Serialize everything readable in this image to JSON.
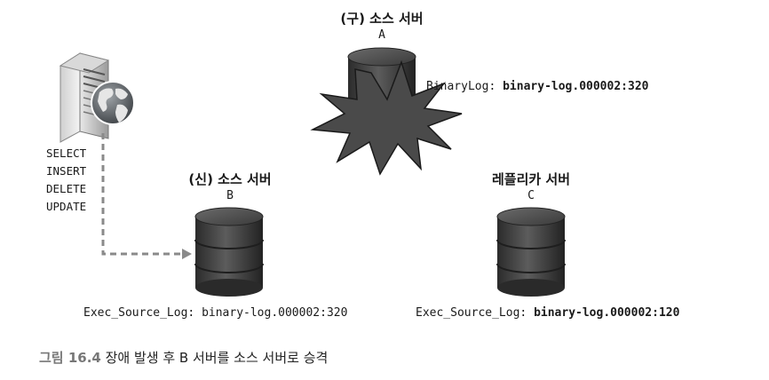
{
  "server_a": {
    "title": "(구) 소스 서버",
    "letter": "A",
    "binlog_label": "BinaryLog:",
    "binlog_value": "binary-log.000002:320"
  },
  "server_b": {
    "title": "(신) 소스 서버",
    "letter": "B",
    "exec_label": "Exec_Source_Log:",
    "exec_value": "binary-log.000002:320"
  },
  "server_c": {
    "title": "레플리카 서버",
    "letter": "C",
    "exec_label": "Exec_Source_Log:",
    "exec_value": "binary-log.000002:120"
  },
  "client": {
    "commands": [
      "SELECT",
      "INSERT",
      "DELETE",
      "UPDATE"
    ]
  },
  "caption": {
    "figure": "그림 16.4",
    "text": "장애 발생 후 B 서버를 소스 서버로 승격"
  }
}
